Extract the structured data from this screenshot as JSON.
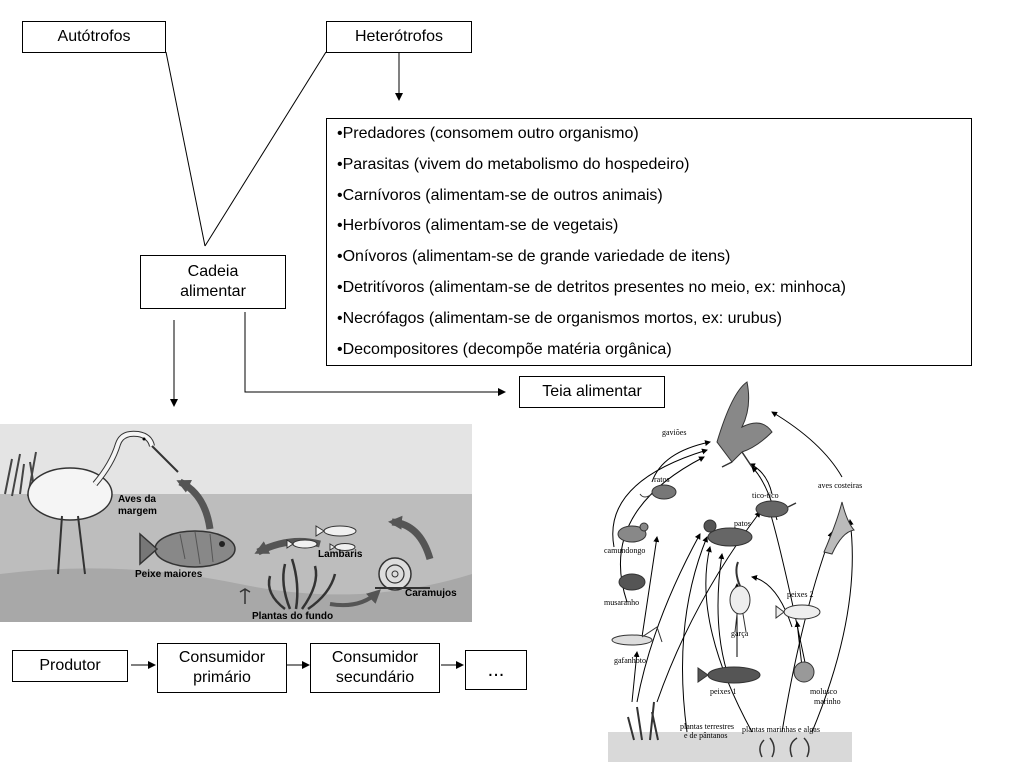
{
  "boxes": {
    "autotrofos": "Autótrofos",
    "heterotrofos": "Heterótrofos",
    "cadeia_line1": "Cadeia",
    "cadeia_line2": "alimentar",
    "teia": "Teia alimentar",
    "produtor": "Produtor",
    "consumidor_primario_line1": "Consumidor",
    "consumidor_primario_line2": "primário",
    "consumidor_secundario_line1": "Consumidor",
    "consumidor_secundario_line2": "secundário",
    "ellipsis": "..."
  },
  "heterotrofos_list": [
    "•Predadores (consomem outro organismo)",
    "•Parasitas (vivem do metabolismo do hospedeiro)",
    "•Carnívoros (alimentam-se de outros animais)",
    "•Herbívoros (alimentam-se de vegetais)",
    "•Onívoros (alimentam-se de grande variedade de itens)",
    "•Detritívoros (alimentam-se de detritos presentes no meio, ex: minhoca)",
    "•Necrófagos (alimentam-se de organismos mortos, ex: urubus)",
    "•Decompositores (decompõe matéria orgânica)"
  ],
  "food_chain_illustration": {
    "labels": {
      "aves": "Aves da",
      "aves2": "margem",
      "peixe": "Peixe maiores",
      "lambaris": "Lambaris",
      "caramujos": "Caramujos",
      "plantas": "Plantas do fundo"
    },
    "colors": {
      "sky": "#e4e4e4",
      "water": "#bdbdbd",
      "arrow": "#555555"
    }
  },
  "food_web_illustration": {
    "labels": {
      "gavioes": "gaviões",
      "ratos": "ratos",
      "tico": "tico-tico",
      "aves_costeiras": "aves costeiras",
      "patos": "patos",
      "camundongo": "camundongo",
      "musaranho": "musaranho",
      "peixes2": "peixes 2",
      "garca": "garça",
      "gafanhoto": "gafanhoto",
      "peixes1": "peixes 1",
      "molusco1": "molusco",
      "molusco2": "marinho",
      "plantas_t1": "plantas terrestres",
      "plantas_t2": "e de pântanos",
      "plantas_m": "plantas marinhas e algas"
    }
  }
}
